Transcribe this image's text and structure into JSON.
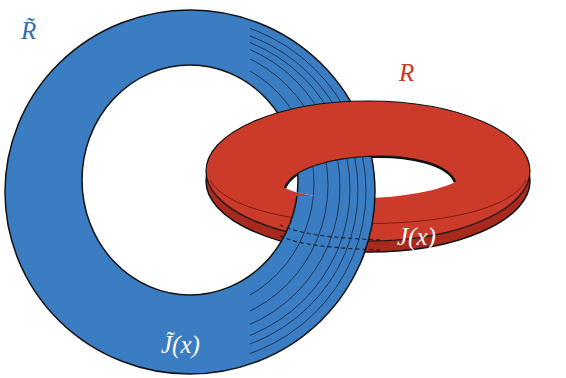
{
  "diagram": {
    "nodes": [
      {
        "text": [
          "R̃",
          "J̃(x)"
        ]
      },
      {
        "text": [
          "R",
          "J(x)"
        ]
      }
    ]
  }
}
